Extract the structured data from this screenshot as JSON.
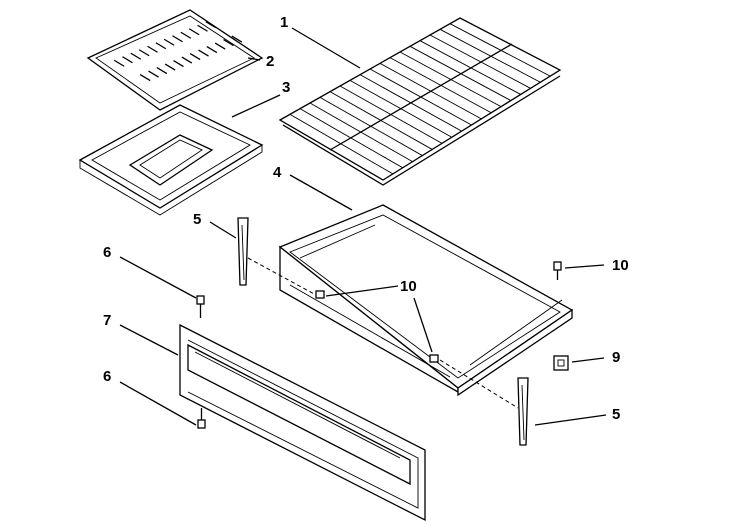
{
  "diagram": {
    "callouts": [
      {
        "id": "c1",
        "label": "1"
      },
      {
        "id": "c2",
        "label": "2"
      },
      {
        "id": "c3",
        "label": "3"
      },
      {
        "id": "c4",
        "label": "4"
      },
      {
        "id": "c5a",
        "label": "5"
      },
      {
        "id": "c5b",
        "label": "5"
      },
      {
        "id": "c6a",
        "label": "6"
      },
      {
        "id": "c6b",
        "label": "6"
      },
      {
        "id": "c7",
        "label": "7"
      },
      {
        "id": "c9",
        "label": "9"
      },
      {
        "id": "c10a",
        "label": "10"
      },
      {
        "id": "c10b",
        "label": "10"
      }
    ]
  },
  "colors": {
    "ink": "#000000",
    "paper": "#ffffff"
  }
}
